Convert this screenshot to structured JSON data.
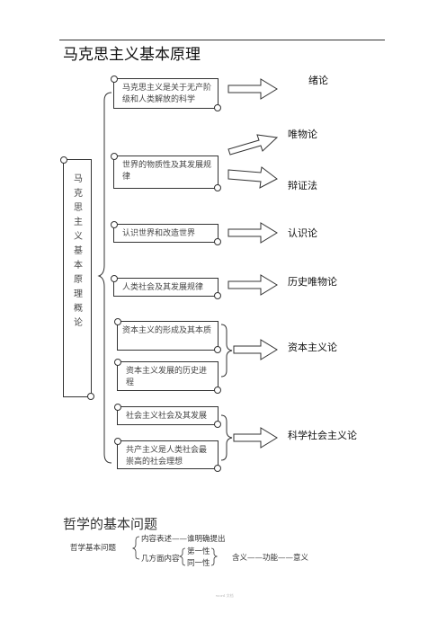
{
  "title": "马克思主义基本原理",
  "vertical_title": "马克思主义基本原理概论",
  "boxes": [
    {
      "text": "马克思主义是关于无产阶级和人类解放的科学"
    },
    {
      "text": "世界的物质性及其发展规律"
    },
    {
      "text": "认识世界和改造世界"
    },
    {
      "text": "人类社会及其发展规律"
    },
    {
      "text": "资本主义的形成及其本质"
    },
    {
      "text": "资本主义发展的历史进程"
    },
    {
      "text": "社会主义社会及其发展"
    },
    {
      "text": "共产主义是人类社会最崇高的社会理想"
    }
  ],
  "targets": [
    "绪论",
    "唯物论",
    "辩证法",
    "认识论",
    "历史唯物论",
    "资本主义论",
    "科学社会主义论"
  ],
  "section2": {
    "heading": "哲学的基本问题",
    "root": "哲学基本问题",
    "branch1": "内容表述——谁明确提出",
    "branch2": "几方面内容",
    "sub1": "第一性",
    "sub2": "同一性",
    "note": "含义——功能——意义"
  },
  "footer": "word 文档"
}
